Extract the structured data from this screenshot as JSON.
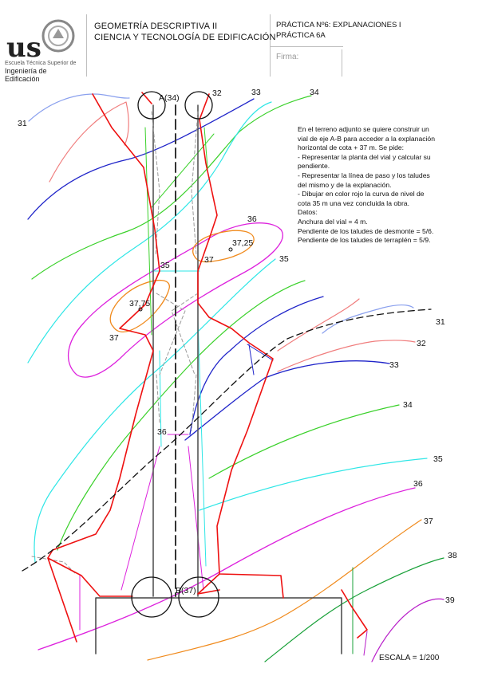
{
  "header": {
    "course_line1": "GEOMETRÍA DESCRIPTIVA II",
    "course_line2": "CIENCIA Y TECNOLOGÍA DE EDIFICACIÓN",
    "practice_line1": "PRÁCTICA Nº6: EXPLANACIONES I",
    "practice_line2": "PRÁCTICA 6A",
    "signature_label": "Firma:",
    "logo_letters": "us",
    "logo_school": "Escuela Técnica Superior de",
    "logo_department": "Ingeniería de Edificación"
  },
  "problem": {
    "lines": [
      "En el terreno adjunto se quiere construir un",
      "vial de eje A-B para acceder a la explanación",
      "horizontal de cota + 37 m. Se pide:",
      "- Representar la planta del vial y calcular su",
      "pendiente.",
      "- Representar la línea de paso y los taludes",
      "del mismo y de la explanación.",
      "- Dibujar en color rojo la curva de nivel de",
      "cota 35 m una vez concluida la obra.",
      "Datos:",
      "Anchura del vial = 4 m.",
      "Pendiente de los taludes de desmonte = 5/6.",
      "Pendiente de los taludes de terraplén = 5/9."
    ]
  },
  "drawing": {
    "point_a": "A(34)",
    "point_b": "B(37)",
    "contour_labels_left": [
      "31",
      "32",
      "33",
      "34"
    ],
    "contour_labels_right": [
      "31",
      "32",
      "33",
      "34",
      "35",
      "36",
      "37",
      "38",
      "39"
    ],
    "label_36_top": "36",
    "label_35_mid": "35",
    "label_35_road": "35",
    "label_36_road": "36",
    "peak_upper": "37,25",
    "peak_upper_37": "37",
    "peak_lower": "37,75",
    "peak_lower_37": "37",
    "colors": {
      "c31": "#8aa0ee",
      "c32": "#f07d7d",
      "c33": "#1f24c9",
      "c34": "#3ad12a",
      "c35": "#2ee6e6",
      "c36": "#dd22dd",
      "c37": "#f08a1c",
      "c38": "#18a038",
      "c39": "#b81fc9",
      "cut_fill": "#ee1111"
    }
  },
  "scale": "ESCALA = 1/200"
}
